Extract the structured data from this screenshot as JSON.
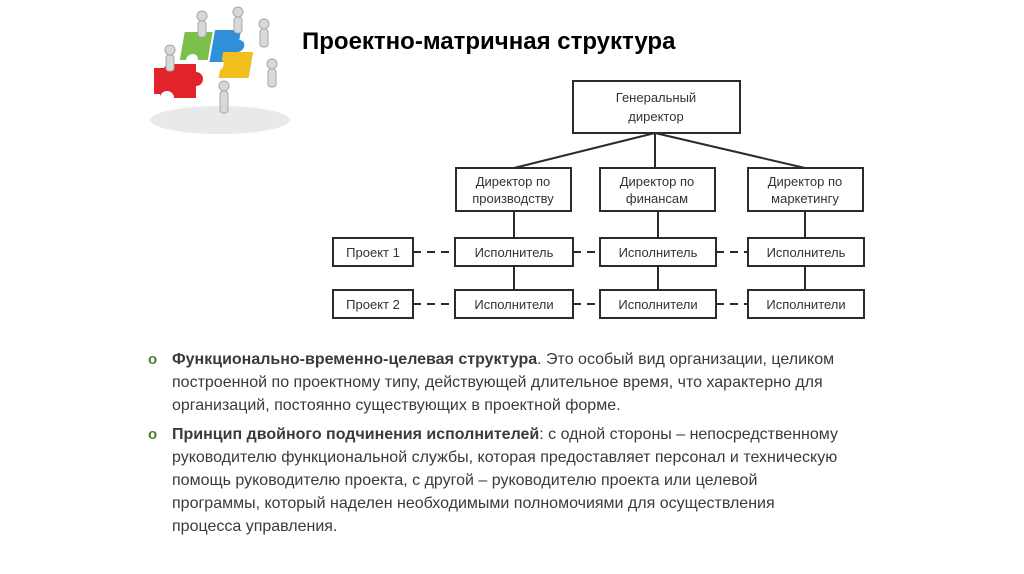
{
  "title": "Проектно-матричная структура",
  "diagram": {
    "top": {
      "line1": "Генеральный",
      "line2": "директор"
    },
    "directors": [
      {
        "line1": "Директор по",
        "line2": "производству"
      },
      {
        "line1": "Директор по",
        "line2": "финансам"
      },
      {
        "line1": "Директор по",
        "line2": "маркетингу"
      }
    ],
    "projects": [
      "Проект 1",
      "Проект 2"
    ],
    "executors_row1": [
      "Исполнитель",
      "Исполнитель",
      "Исполнитель"
    ],
    "executors_row2": [
      "Исполнители",
      "Исполнители",
      "Исполнители"
    ]
  },
  "bullets": [
    {
      "marker": "o",
      "term": "Функционально-временно-целевая структура",
      "text": ". Это особый вид организации, целиком построенной по проектному типу, действующей длительное время, что характерно для организаций, постоянно существующих в проектной форме."
    },
    {
      "marker": "o",
      "term": "Принцип двойного подчинения исполнителей",
      "text": ": с одной стороны – непосредственному руководителю функциональной службы, которая предоставляет персонал и техническую помощь руководителю проекта, с другой – руководителю проекта или целевой программы, который наделен необходимыми полномочиями для осуществления процесса управления."
    }
  ],
  "colors": {
    "bullet_marker": "#4f7d2a",
    "puzzle_red": "#e0242a",
    "puzzle_green": "#7cc04b",
    "puzzle_blue": "#2f8fd8",
    "puzzle_yellow": "#f2c01e"
  }
}
